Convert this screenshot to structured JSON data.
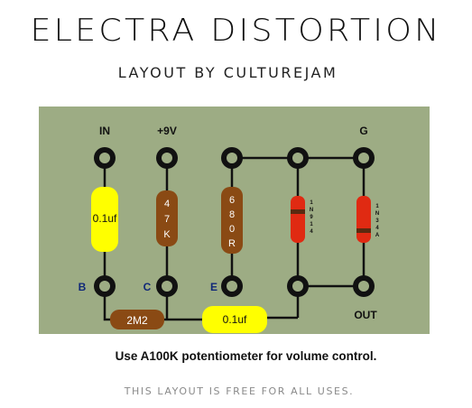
{
  "title": "ELECTRA DISTORTION",
  "subtitle": "LAYOUT BY CULTUREJAM",
  "terminals": {
    "in": "IN",
    "v9": "+9V",
    "ground": "G",
    "out": "OUT",
    "base": "B",
    "collector": "C",
    "emitter": "E"
  },
  "components": {
    "cap_input": "0.1uf",
    "res_collector": [
      "4",
      "7",
      "K"
    ],
    "res_emitter": [
      "6",
      "8",
      "0",
      "R"
    ],
    "diode1": [
      "1",
      "N",
      "9",
      "1",
      "4"
    ],
    "diode2": [
      "1",
      "N",
      "3",
      "4",
      "A"
    ],
    "res_bias": "2M2",
    "cap_output": "0.1uf"
  },
  "note": "Use A100K potentiometer for volume control.",
  "footer": "THIS LAYOUT IS FREE FOR ALL USES.",
  "colors": {
    "board": "#9dac84",
    "capacitor": "#ffff00",
    "resistor": "#8a4a14",
    "diode": "#e02a12",
    "diode_band": "#5a2a10",
    "label_blue": "#102878"
  }
}
